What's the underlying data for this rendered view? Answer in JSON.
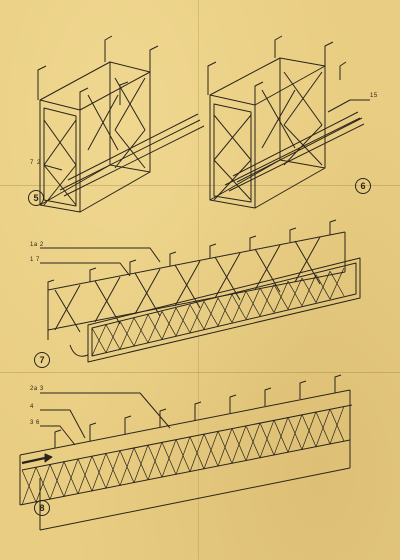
{
  "steps": {
    "s5": "5",
    "s6": "6",
    "s7": "7",
    "s8": "8"
  },
  "part_labels": {
    "fig5_a": "7",
    "fig5_b": "2",
    "fig6": "15",
    "fig7_a": "1a  2",
    "fig7_b": "1    7",
    "fig8_a": "2a   3",
    "fig8_b": "4",
    "fig8_c": "3   6"
  },
  "colors": {
    "paper": "#e8cd82",
    "ink": "#2a241a"
  }
}
